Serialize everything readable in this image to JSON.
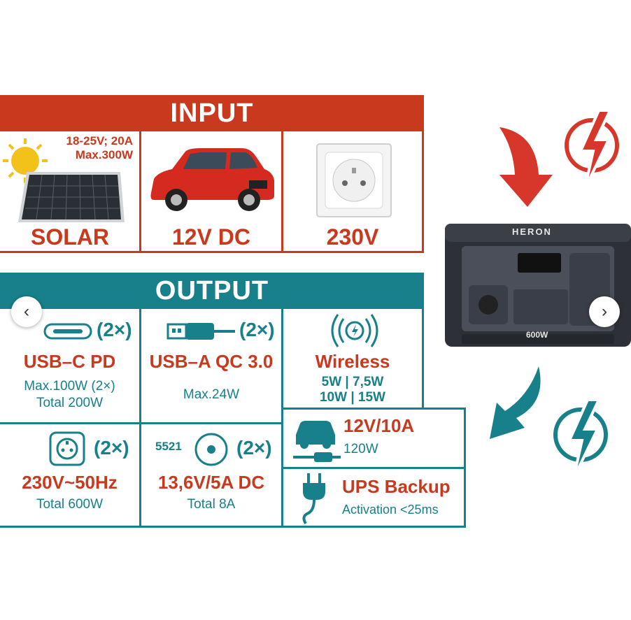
{
  "input": {
    "title": "INPUT",
    "solar": {
      "label": "SOLAR",
      "spec_line1": "18-25V; 20A",
      "spec_line2": "Max.300W"
    },
    "car": {
      "label": "12V DC"
    },
    "mains": {
      "label": "230V"
    }
  },
  "output": {
    "title": "OUTPUT",
    "usbc": {
      "multiplier": "(2×)",
      "title": "USB–C PD",
      "line1": "Max.100W (2×)",
      "line2": "Total 200W"
    },
    "usba": {
      "multiplier": "(2×)",
      "title": "USB–A QC 3.0",
      "line1": "Max.24W"
    },
    "wireless": {
      "title": "Wireless",
      "line1": "5W | 7,5W",
      "line2": "10W | 15W"
    },
    "car12v": {
      "title": "12V/10A",
      "line1": "120W"
    },
    "ac": {
      "multiplier": "(2×)",
      "title": "230V~50Hz",
      "line1": "Total 600W"
    },
    "dc": {
      "connector": "5521",
      "multiplier": "(2×)",
      "title": "13,6V/5A DC",
      "line1": "Total 8A"
    },
    "ups": {
      "title": "UPS Backup",
      "line1": "Activation <25ms"
    }
  },
  "device": {
    "brand": "HERON",
    "model": "600W"
  },
  "nav": {
    "prev": "‹",
    "next": "›"
  },
  "colors": {
    "input_red": "#c8391e",
    "output_teal": "#17808a"
  }
}
